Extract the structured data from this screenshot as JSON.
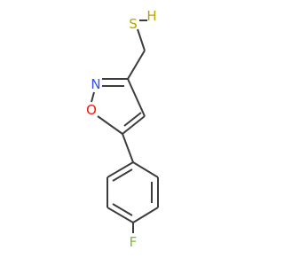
{
  "molecule": {
    "atoms": {
      "sulfur": {
        "symbol": "S",
        "hydrogen": "H"
      },
      "nitrogen": {
        "symbol": "N"
      },
      "oxygen": {
        "symbol": "O"
      },
      "fluorine": {
        "symbol": "F"
      }
    }
  },
  "colors": {
    "bond": "#3c3c3c",
    "sulfur": "#b8a400",
    "nitrogen": "#3050f8",
    "oxygen": "#ff0d0d",
    "fluorine": "#7ab837"
  }
}
